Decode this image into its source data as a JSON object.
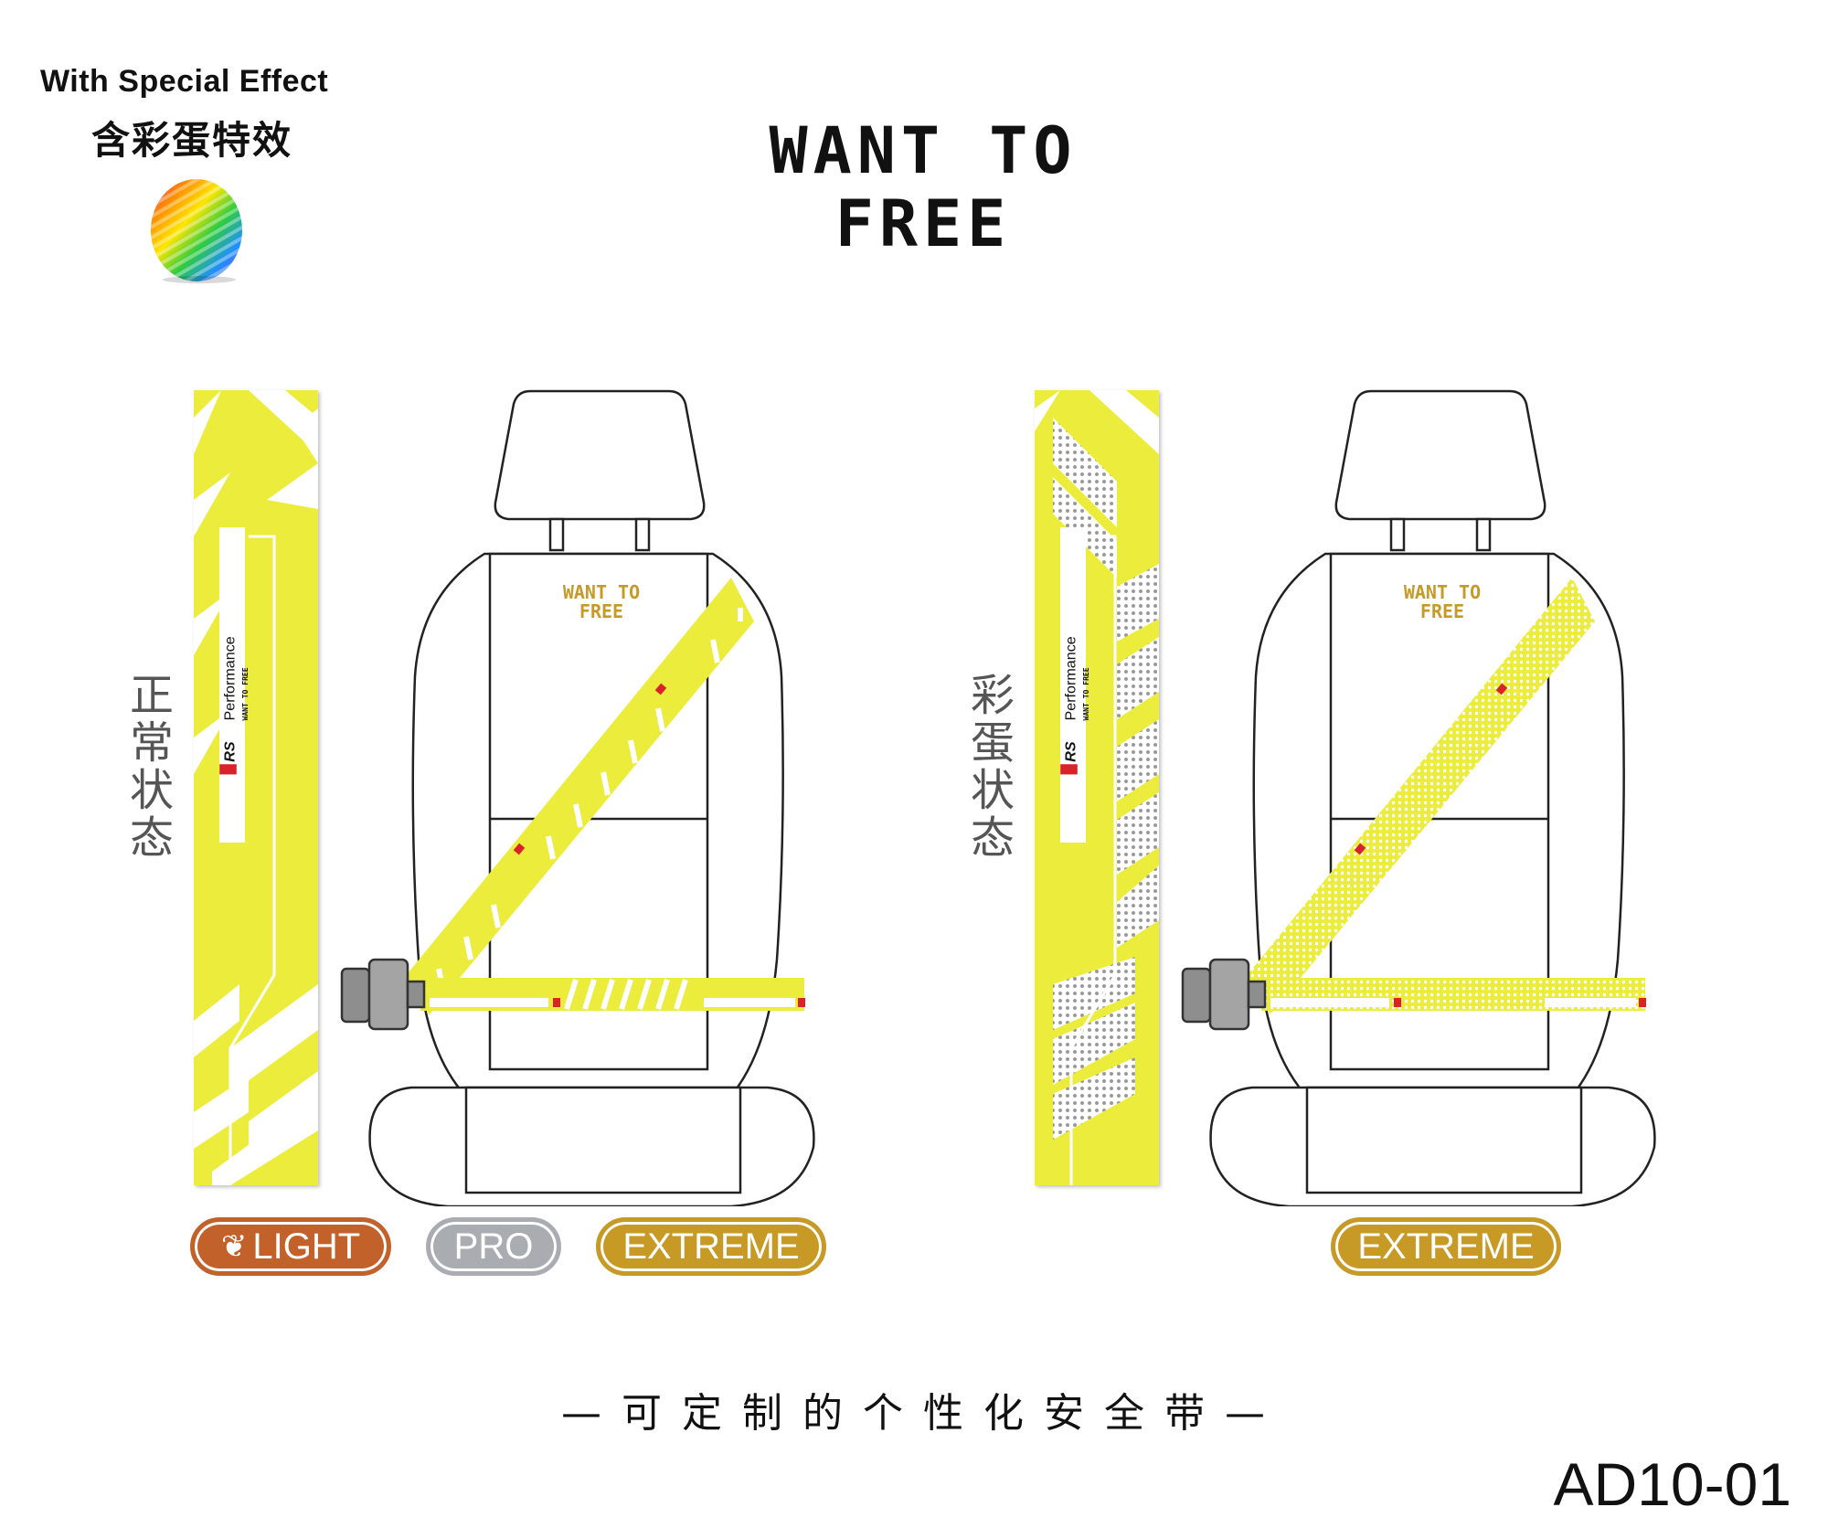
{
  "header": {
    "effect_en": "With Special Effect",
    "effect_zh": "含彩蛋特效",
    "brand_line1": "WANT TO",
    "brand_line2": "FREE"
  },
  "states": {
    "normal": "正常状态",
    "egg": "彩蛋状态"
  },
  "strap": {
    "brand": "RS",
    "performance": "Performance",
    "slogan": "WANT TO FREE"
  },
  "seat": {
    "back_logo_line1": "WANT TO",
    "back_logo_line2": "FREE"
  },
  "badges": {
    "light": "LIGHT",
    "pro": "PRO",
    "extreme": "EXTREME",
    "extreme_right": "EXTREME"
  },
  "footer": {
    "tagline": "—可定制的个性化安全带—",
    "code": "AD10-01"
  },
  "colors": {
    "strap_yellow": "#ecec3c",
    "light": "#c2622a",
    "pro": "#a9adb2",
    "extreme": "#c79a26",
    "rs_red": "#d8232a"
  }
}
